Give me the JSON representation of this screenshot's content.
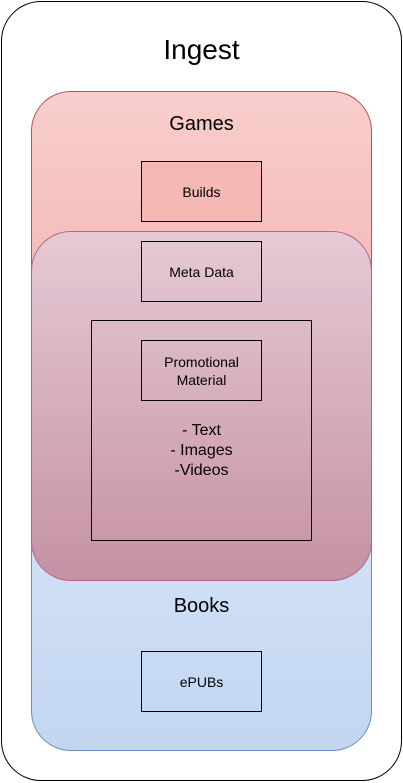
{
  "diagram": {
    "title": "Ingest",
    "groups": {
      "games": {
        "label": "Games",
        "fill": "#f8cecc",
        "stroke": "#b85450"
      },
      "books": {
        "label": "Books",
        "fill": "#dae8fc",
        "stroke": "#6c8ebf"
      }
    },
    "boxes": {
      "builds": "Builds",
      "metadata": "Meta Data",
      "promotional": "Promotional Material",
      "epubs": "ePUBs"
    },
    "promotional_items": [
      "- Text",
      "- Images",
      "-Videos"
    ]
  }
}
